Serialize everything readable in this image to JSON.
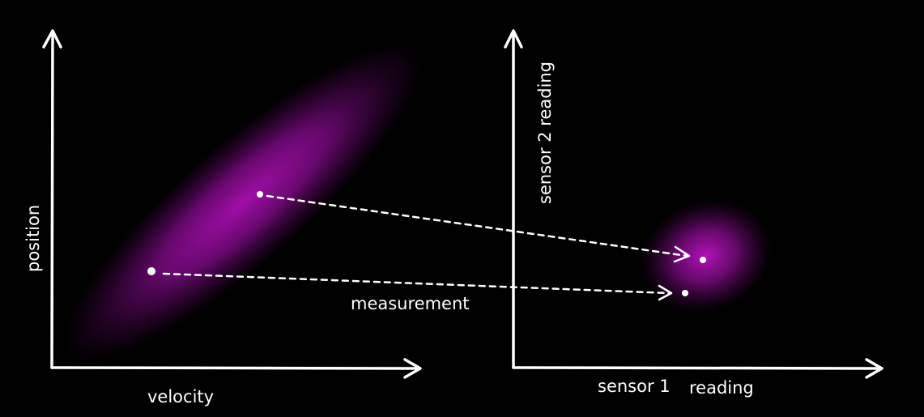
{
  "left_plot": {
    "x_label": "velocity",
    "y_label": "position"
  },
  "right_plot": {
    "x_label_part1": "sensor 1",
    "x_label_part2": "reading",
    "y_label": "sensor 2 reading"
  },
  "annotation": "measurement",
  "colors": {
    "background": "#000000",
    "axes": "#ffffff",
    "distribution": "#a10fa8"
  }
}
